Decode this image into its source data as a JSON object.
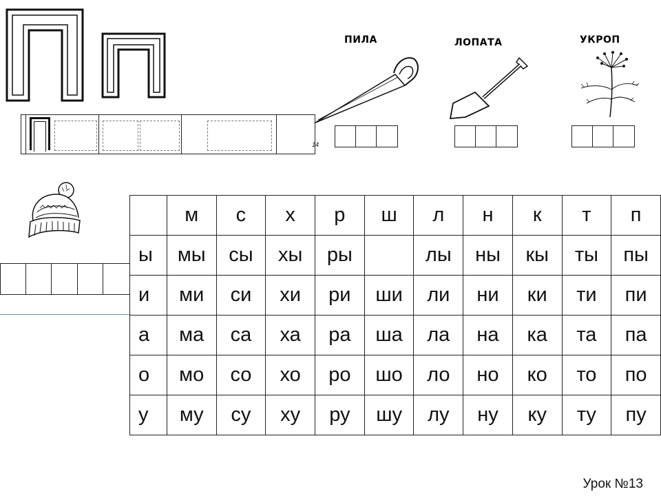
{
  "pictures": {
    "saw": {
      "label": "ПИЛА",
      "cells": 3
    },
    "shovel": {
      "label": "ЛОПАТА",
      "cells": 3
    },
    "dill": {
      "label": "УКРОП",
      "cells": 3
    },
    "hat": {
      "cells": 5
    }
  },
  "letter_strip": {
    "page_number": "14"
  },
  "syllable_table": {
    "corner": "",
    "consonants": [
      "м",
      "с",
      "х",
      "р",
      "ш",
      "л",
      "н",
      "к",
      "т",
      "п"
    ],
    "rows": [
      {
        "vowel": "ы",
        "cells": [
          "мы",
          "сы",
          "хы",
          "ры",
          "",
          "лы",
          "ны",
          "кы",
          "ты",
          "пы"
        ]
      },
      {
        "vowel": "и",
        "cells": [
          "ми",
          "си",
          "хи",
          "ри",
          "ши",
          "ли",
          "ни",
          "ки",
          "ти",
          "пи"
        ]
      },
      {
        "vowel": "а",
        "cells": [
          "ма",
          "са",
          "ха",
          "ра",
          "ша",
          "ла",
          "на",
          "ка",
          "та",
          "па"
        ]
      },
      {
        "vowel": "о",
        "cells": [
          "мо",
          "со",
          "хо",
          "ро",
          "шо",
          "ло",
          "но",
          "ко",
          "то",
          "по"
        ]
      },
      {
        "vowel": "у",
        "cells": [
          "му",
          "су",
          "ху",
          "ру",
          "шу",
          "лу",
          "ну",
          "ку",
          "ту",
          "пу"
        ]
      }
    ]
  },
  "footer": {
    "lesson": "Урок №13"
  },
  "colors": {
    "rule_line": "#6a8fb8",
    "ink": "#111111"
  }
}
